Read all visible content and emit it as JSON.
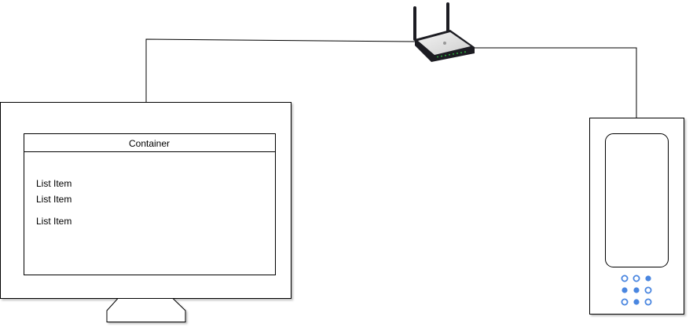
{
  "container": {
    "title": "Container",
    "items": [
      "List Item",
      "List Item",
      "List Item"
    ]
  },
  "phone_keypad": {
    "dots": [
      [
        "hollow",
        "hollow",
        "filled"
      ],
      [
        "filled",
        "filled",
        "hollow"
      ],
      [
        "hollow",
        "filled",
        "hollow"
      ]
    ]
  },
  "colors": {
    "stroke": "#000000",
    "keypad_accent": "#4a86e0",
    "router_body": "#1c1c22",
    "router_top": "#e6e6e6",
    "router_led": "#2ecc40"
  },
  "icons": {
    "router": "wireless-router-icon",
    "monitor": "desktop-monitor-icon",
    "phone": "mobile-phone-icon"
  }
}
